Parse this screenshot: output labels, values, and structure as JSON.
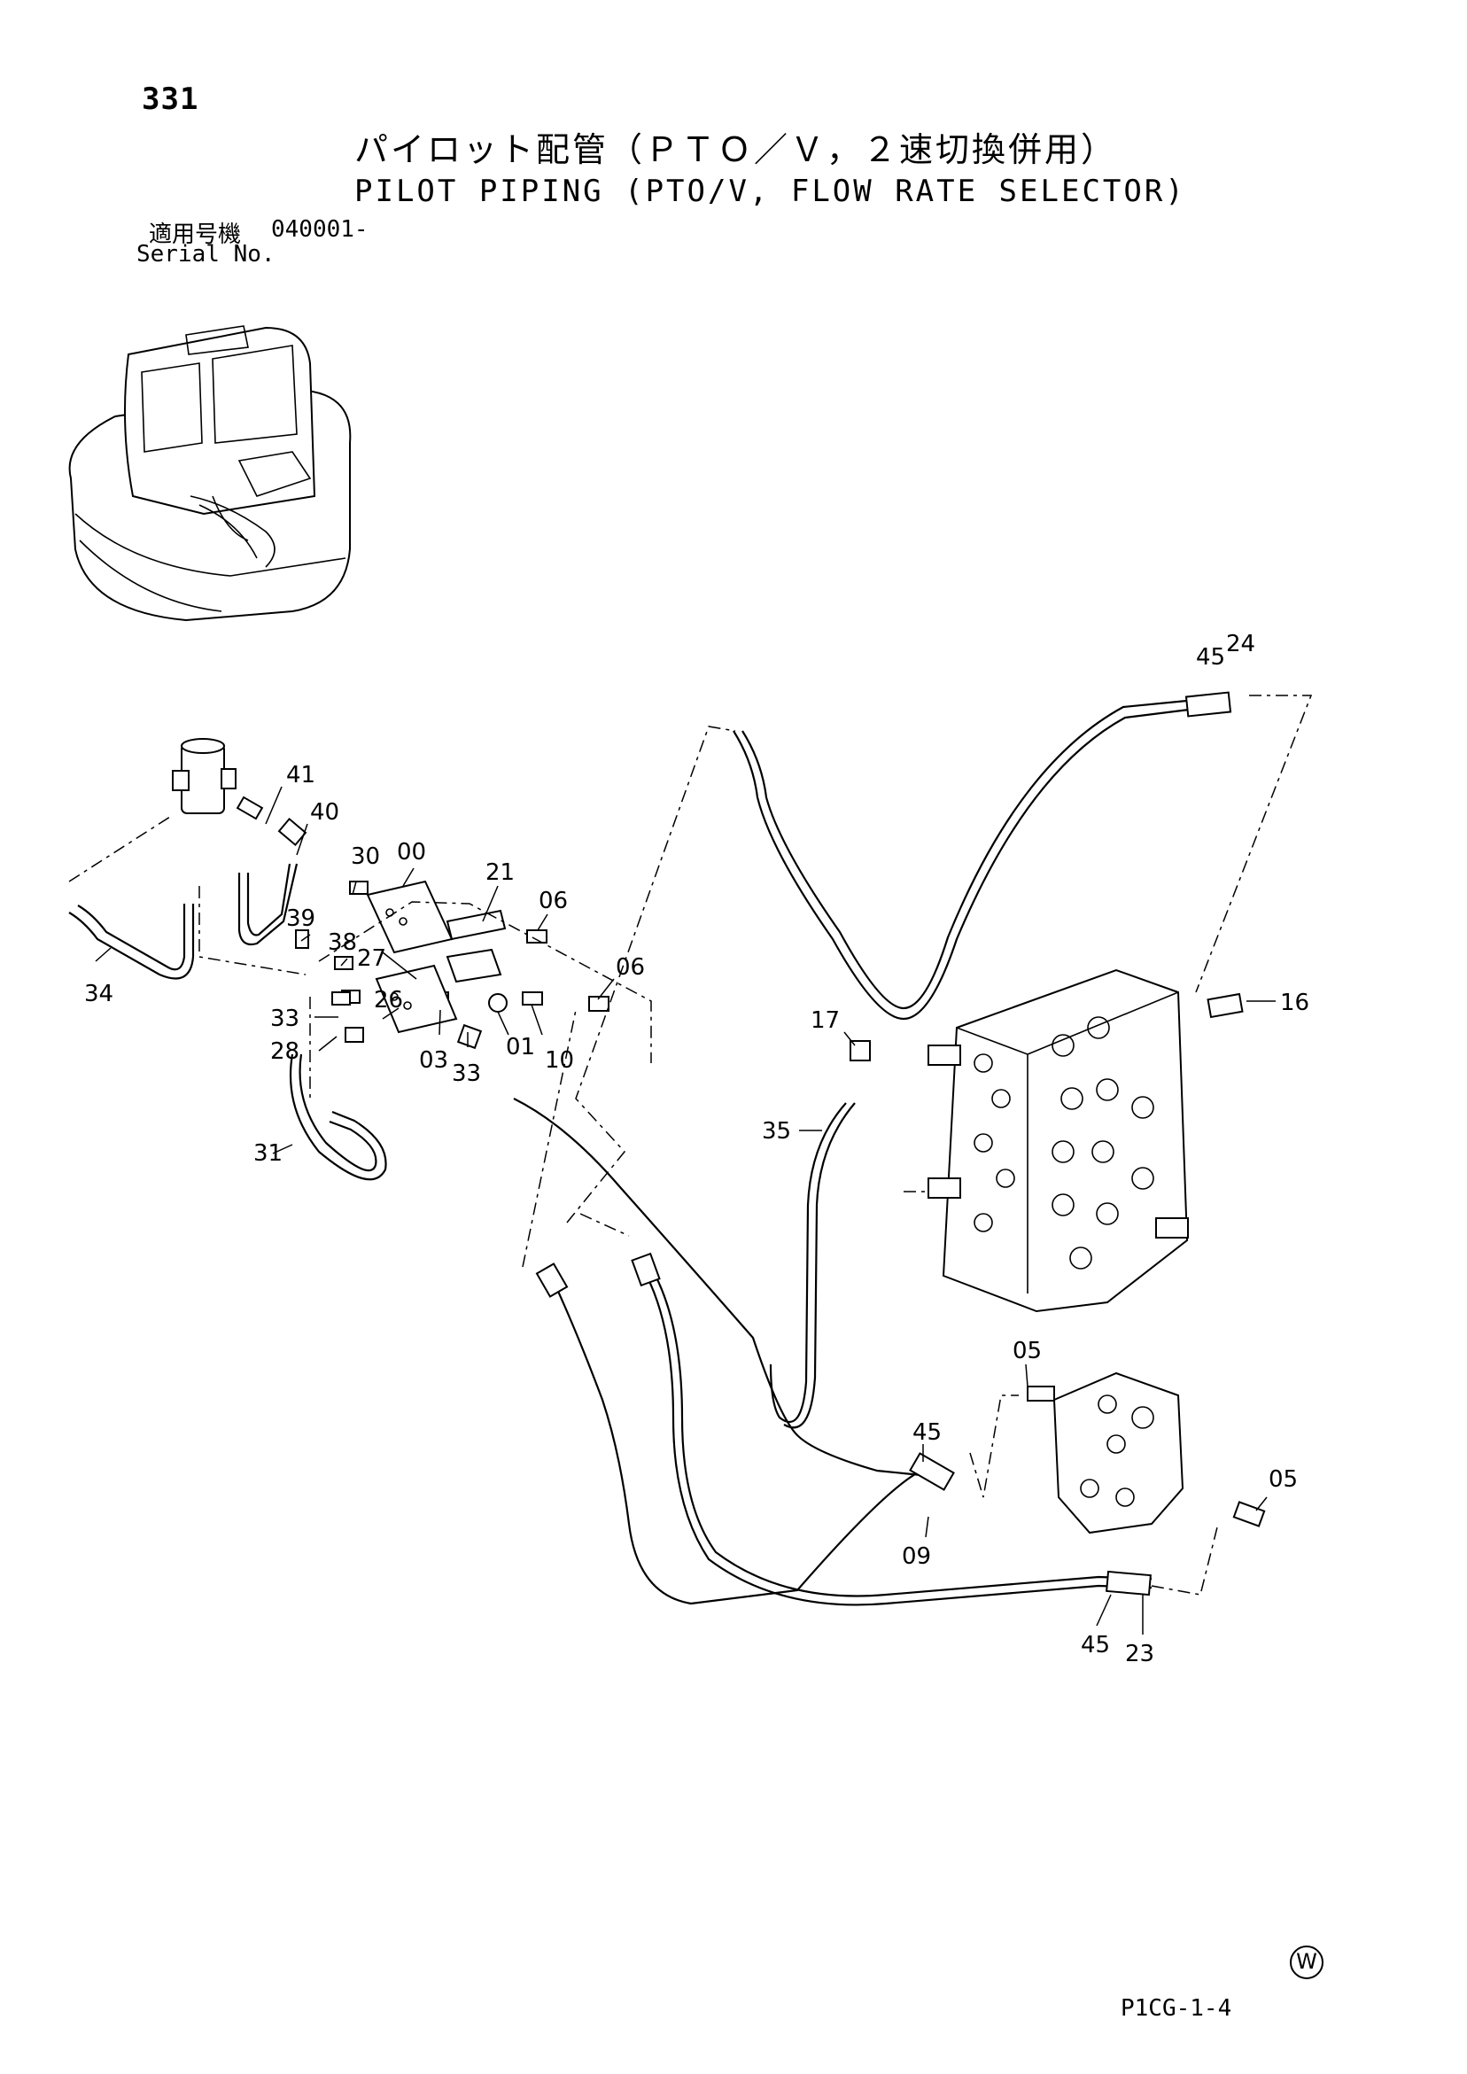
{
  "header": {
    "page_number": "331",
    "title_jp": "パイロット配管（ＰＴＯ／Ｖ，２速切換併用）",
    "title_en": "PILOT PIPING (PTO/V, FLOW RATE SELECTOR)",
    "serial_label_jp": "適用号機",
    "serial_value": "040001-",
    "serial_label_en": "Serial No."
  },
  "footer": {
    "drawing_code": "P1CG-1-4",
    "brand_mark": "W"
  },
  "callouts": {
    "c45a": "45",
    "c24": "24",
    "c41": "41",
    "c40": "40",
    "c30": "30",
    "c00": "00",
    "c21": "21",
    "c06a": "06",
    "c39": "39",
    "c38": "38",
    "c27": "27",
    "c06b": "06",
    "c34": "34",
    "c33a": "33",
    "c26": "26",
    "c28": "28",
    "c01": "01",
    "c10": "10",
    "c03": "03",
    "c33b": "33",
    "c16": "16",
    "c17": "17",
    "c35": "35",
    "c31": "31",
    "c05a": "05",
    "c45b": "45",
    "c05b": "05",
    "c09": "09",
    "c45c": "45",
    "c23": "23"
  }
}
